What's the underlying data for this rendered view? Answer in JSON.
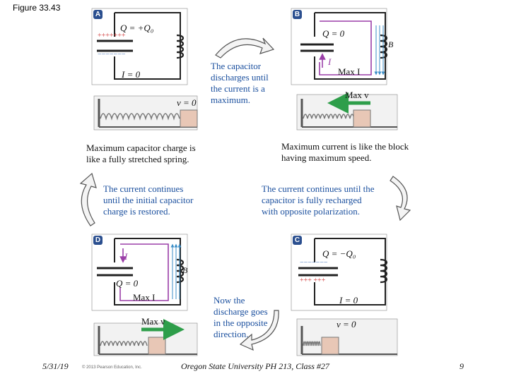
{
  "figure_label": "Figure 33.43",
  "panels": {
    "A": {
      "badge": "A",
      "charge_label": "Q = +Q₀",
      "current_label": "I = 0",
      "top_plate": "+++++++",
      "bottom_plate": "−−−−−−−",
      "velocity_label": "v = 0"
    },
    "B": {
      "badge": "B",
      "charge_label": "Q = 0",
      "current_label": "I",
      "max_current_label": "Max I",
      "field_label": "B⃗",
      "velocity_label": "Max v"
    },
    "C": {
      "badge": "C",
      "charge_label": "Q = −Q₀",
      "current_label": "I = 0",
      "top_plate": "−−−−−−−",
      "bottom_plate": "+++ +++",
      "velocity_label": "v = 0"
    },
    "D": {
      "badge": "D",
      "charge_label": "Q = 0",
      "current_label": "I",
      "max_current_label": "Max I",
      "field_label": "B⃗",
      "velocity_label": "Max v"
    }
  },
  "annotations": {
    "a_to_b": [
      "The capacitor",
      "discharges until",
      "the current is a",
      "maximum."
    ],
    "b_to_c": [
      "The current continues until the",
      "capacitor is fully recharged",
      "with opposite polarization."
    ],
    "c_to_d": [
      "Now the",
      "discharge goes",
      "in the opposite",
      "direction."
    ],
    "d_to_a": [
      "The current continues",
      "until the initial capacitor",
      "charge is restored."
    ],
    "max_charge": [
      "Maximum capacitor charge is",
      "like a fully stretched spring."
    ],
    "max_current": [
      "Maximum current is like the block",
      "having maximum speed."
    ]
  },
  "footer": {
    "date": "5/31/19",
    "copyright": "© 2013 Pearson Education, Inc.",
    "course": "Oregon State University PH 213, Class #27",
    "page": "9"
  },
  "colors": {
    "circuit": "#222222",
    "loop_current": "#9b3fa8",
    "field": "#3b8ec7",
    "velocity_arrow": "#2e9e4a",
    "block": "#e8c7b6",
    "text_blue": "#1a4f9e",
    "positive": "#d23c3c",
    "negative": "#3a6fb7"
  }
}
